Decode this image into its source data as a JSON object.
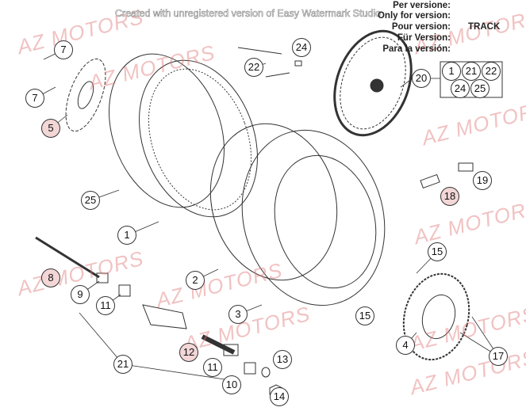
{
  "watermark_banner": "Created with unregistered version of Easy Watermark Studio",
  "watermark_logo": "AZ MOTORS",
  "version_labels": [
    "Per versione:",
    "Only for version:",
    "Pour version:",
    "Für Version:",
    "Para la versión:"
  ],
  "version_value": "TRACK",
  "kit": {
    "label": "20",
    "contents": [
      "1",
      "21",
      "22",
      "24",
      "25"
    ]
  },
  "callouts": [
    "7",
    "7",
    "5",
    "25",
    "1",
    "22",
    "24",
    "18",
    "19",
    "8",
    "9",
    "11",
    "2",
    "3",
    "15",
    "15",
    "4",
    "17",
    "12",
    "11",
    "21",
    "13",
    "10",
    "14"
  ],
  "colors": {
    "watermark": "#e07878",
    "line": "#333333",
    "highlight": "#f3d6d6"
  }
}
